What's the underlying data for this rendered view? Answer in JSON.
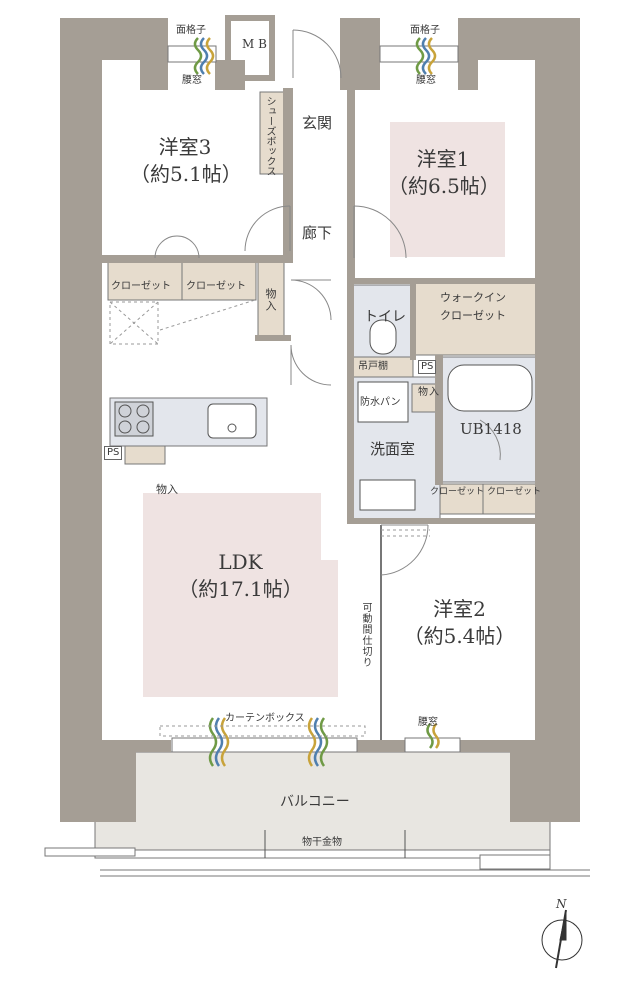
{
  "rooms": {
    "western3": {
      "name": "洋室3",
      "size": "（約5.1帖）"
    },
    "western1": {
      "name": "洋室1",
      "size": "（約6.5帖）"
    },
    "western2": {
      "name": "洋室2",
      "size": "（約5.4帖）"
    },
    "ldk": {
      "name": "LDK",
      "size": "（約17.1帖）"
    }
  },
  "labels": {
    "entrance": "玄関",
    "hallway": "廊下",
    "toilet": "トイレ",
    "washroom": "洗面室",
    "unit_bath": "UB1418",
    "balcony": "バルコニー",
    "shoe_box": "シューズボックス",
    "walk_in_closet_line1": "ウォークイン",
    "walk_in_closet_line2": "クローゼット",
    "closet": "クローゼット",
    "storage": "物入",
    "mb": "M B",
    "ps": "PS",
    "window_grille": "面格子",
    "waist_window": "腰窓",
    "curtain_box": "カーテンボックス",
    "hanging_shelf": "吊戸棚",
    "waterproof_pan": "防水パン",
    "movable_partition": "可動間仕切り",
    "laundry_hardware": "物干金物",
    "north": "N"
  },
  "colors": {
    "wall": "#a59e95",
    "floor_accent": "#efe3e2",
    "closet": "#e6dccd",
    "wet_area": "#e3e6ec",
    "balcony": "#e8e6e1",
    "window_green": "#6f9a45",
    "window_blue": "#4f7fae",
    "window_gold": "#c8a33a"
  }
}
